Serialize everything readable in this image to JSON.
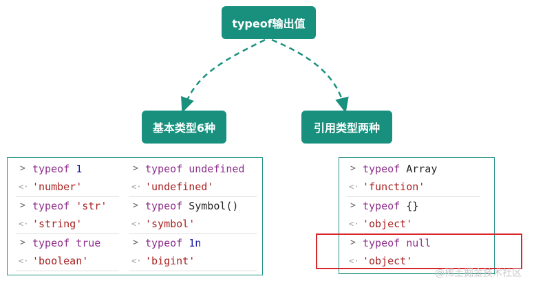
{
  "nodes": {
    "root": "typeof输出值",
    "left": "基本类型6种",
    "right": "引用类型两种"
  },
  "colors": {
    "node": "#18907d",
    "arrow": "#18907d",
    "panel_border": "#1f8f80",
    "highlight": "#d9262b",
    "keyword": "#8f2f8c",
    "number": "#1a1aa6",
    "string": "#a81f1f"
  },
  "basic_types": [
    {
      "kw": "typeof",
      "arg": "1",
      "result": "'number'"
    },
    {
      "kw": "typeof",
      "arg": "undefined",
      "result": "'undefined'"
    },
    {
      "kw": "typeof",
      "arg": "'str'",
      "result": "'string'"
    },
    {
      "kw": "typeof",
      "arg": "Symbol()",
      "result": "'symbol'"
    },
    {
      "kw": "typeof",
      "arg": "true",
      "result": "'boolean'"
    },
    {
      "kw": "typeof",
      "arg": "1n",
      "result": "'bigint'"
    }
  ],
  "reference_types": [
    {
      "kw": "typeof",
      "arg": "Array",
      "result": "'function'"
    },
    {
      "kw": "typeof",
      "arg": "{}",
      "result": "'object'"
    },
    {
      "kw": "typeof",
      "arg": "null",
      "result": "'object'"
    }
  ],
  "icons": {
    "input_prompt": ">",
    "output_prompt": "<·"
  },
  "watermark": "@稀土掘金技术社区"
}
